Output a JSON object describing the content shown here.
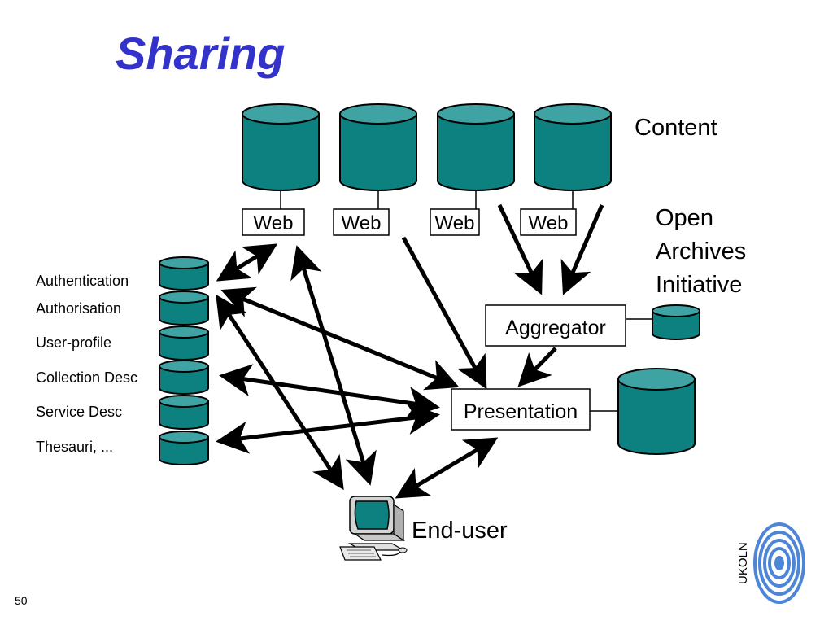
{
  "slide": {
    "title": "Sharing",
    "number": "50"
  },
  "web_boxes": [
    "Web",
    "Web",
    "Web",
    "Web"
  ],
  "content_label": "Content",
  "oai_label": [
    "Open",
    "Archives",
    "Initiative"
  ],
  "aggregator_label": "Aggregator",
  "presentation_label": "Presentation",
  "end_user_label": "End-user",
  "services": [
    "Authentication",
    "Authorisation",
    "User-profile",
    "Collection Desc",
    "Service Desc",
    "Thesauri, ..."
  ],
  "logo": {
    "text": "UKOLN"
  },
  "colors": {
    "title": "#3333cc",
    "database_fill": "#0d8080",
    "database_top": "#3fa3a3",
    "logo_blue": "#4d86d6"
  }
}
